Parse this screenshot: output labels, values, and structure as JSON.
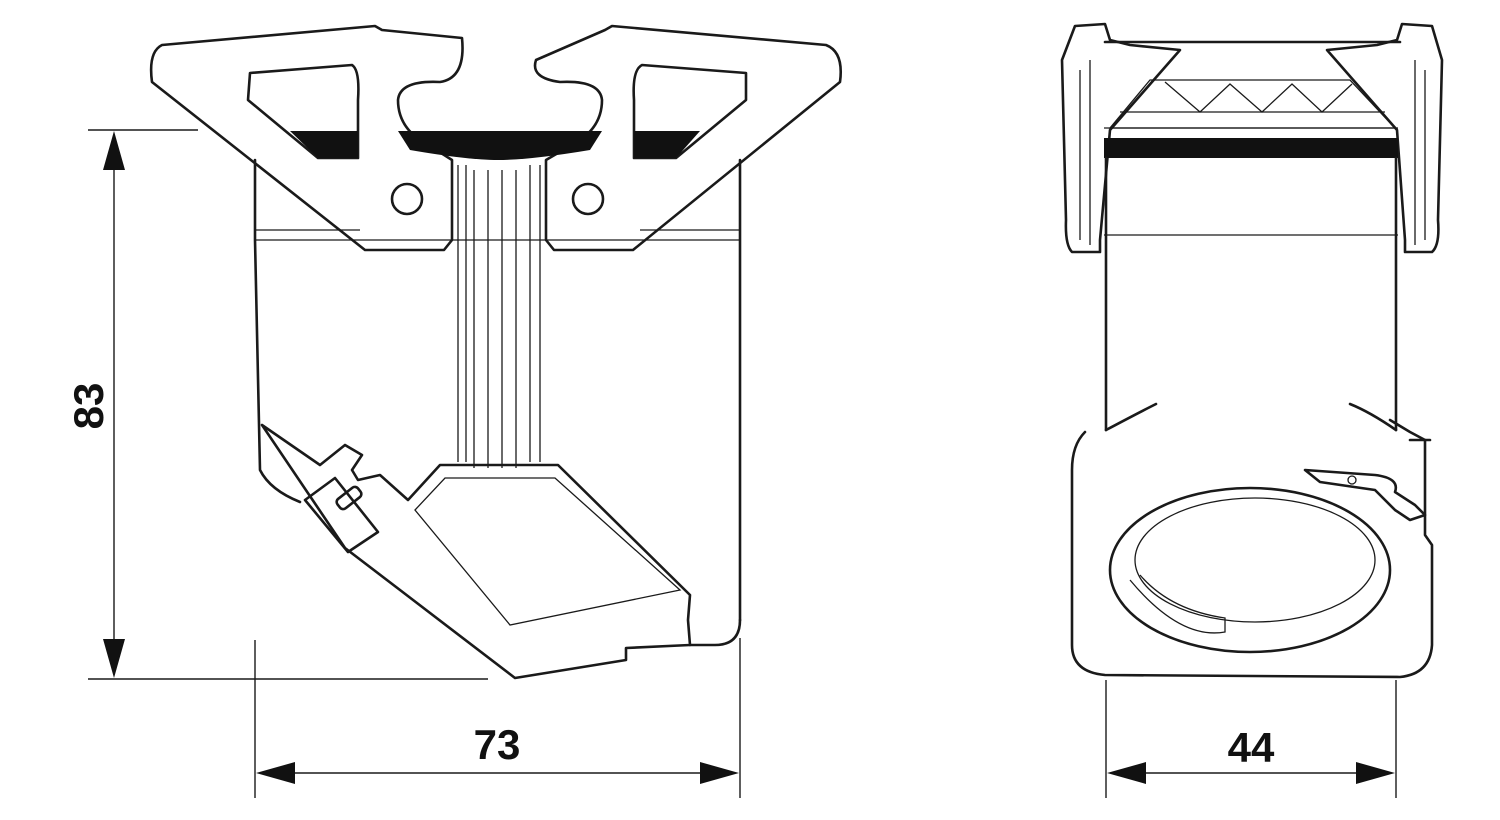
{
  "dimensions": {
    "height": "83",
    "width_front": "73",
    "width_side": "44"
  },
  "colors": {
    "stroke": "#1a1a1a",
    "fill_dark": "#111111",
    "background": "#ffffff"
  }
}
